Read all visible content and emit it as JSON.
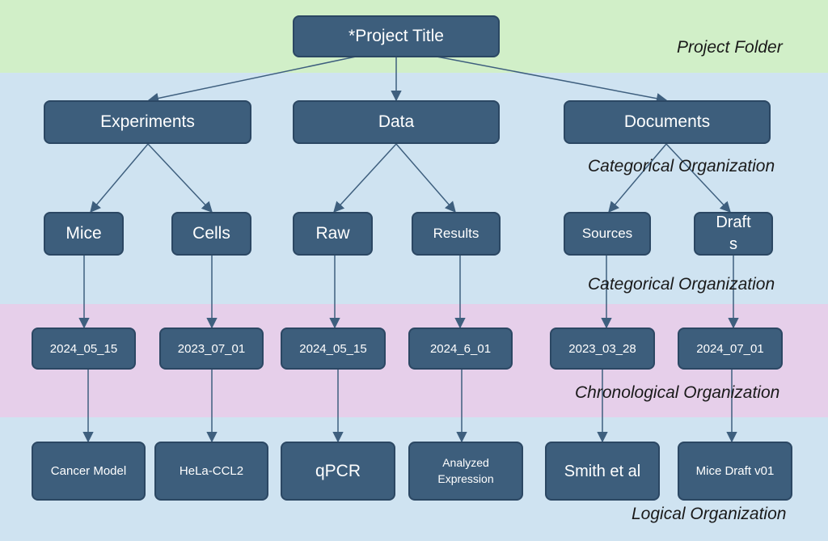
{
  "colors": {
    "band_green": "#d1efc8",
    "band_blue": "#cfe3f1",
    "band_pink": "#e6cfea",
    "node_fill": "#3d5e7c",
    "node_border": "#2b4763",
    "edge": "#3e5f7e"
  },
  "root": {
    "label": "*Project Title"
  },
  "categories": [
    {
      "label": "Experiments"
    },
    {
      "label": "Data"
    },
    {
      "label": "Documents"
    }
  ],
  "subcategories": [
    {
      "label": "Mice"
    },
    {
      "label": "Cells"
    },
    {
      "label": "Raw"
    },
    {
      "label": "Results"
    },
    {
      "label": "Sources"
    },
    {
      "label": "Draft s"
    }
  ],
  "dates": [
    {
      "label": "2024_05_15"
    },
    {
      "label": "2023_07_01"
    },
    {
      "label": "2024_05_15"
    },
    {
      "label": "2024_6_01"
    },
    {
      "label": "2023_03_28"
    },
    {
      "label": "2024_07_01"
    }
  ],
  "items": [
    {
      "label": "Cancer Model"
    },
    {
      "label": "HeLa-CCL2"
    },
    {
      "label": "qPCR"
    },
    {
      "label": "Analyzed Expression"
    },
    {
      "label": "Smith et al"
    },
    {
      "label": "Mice Draft v01"
    }
  ],
  "level_labels": {
    "project_folder": "Project Folder",
    "categorical_1": "Categorical Organization",
    "categorical_2": "Categorical Organization",
    "chronological": "Chronological Organization",
    "logical": "Logical Organization"
  }
}
